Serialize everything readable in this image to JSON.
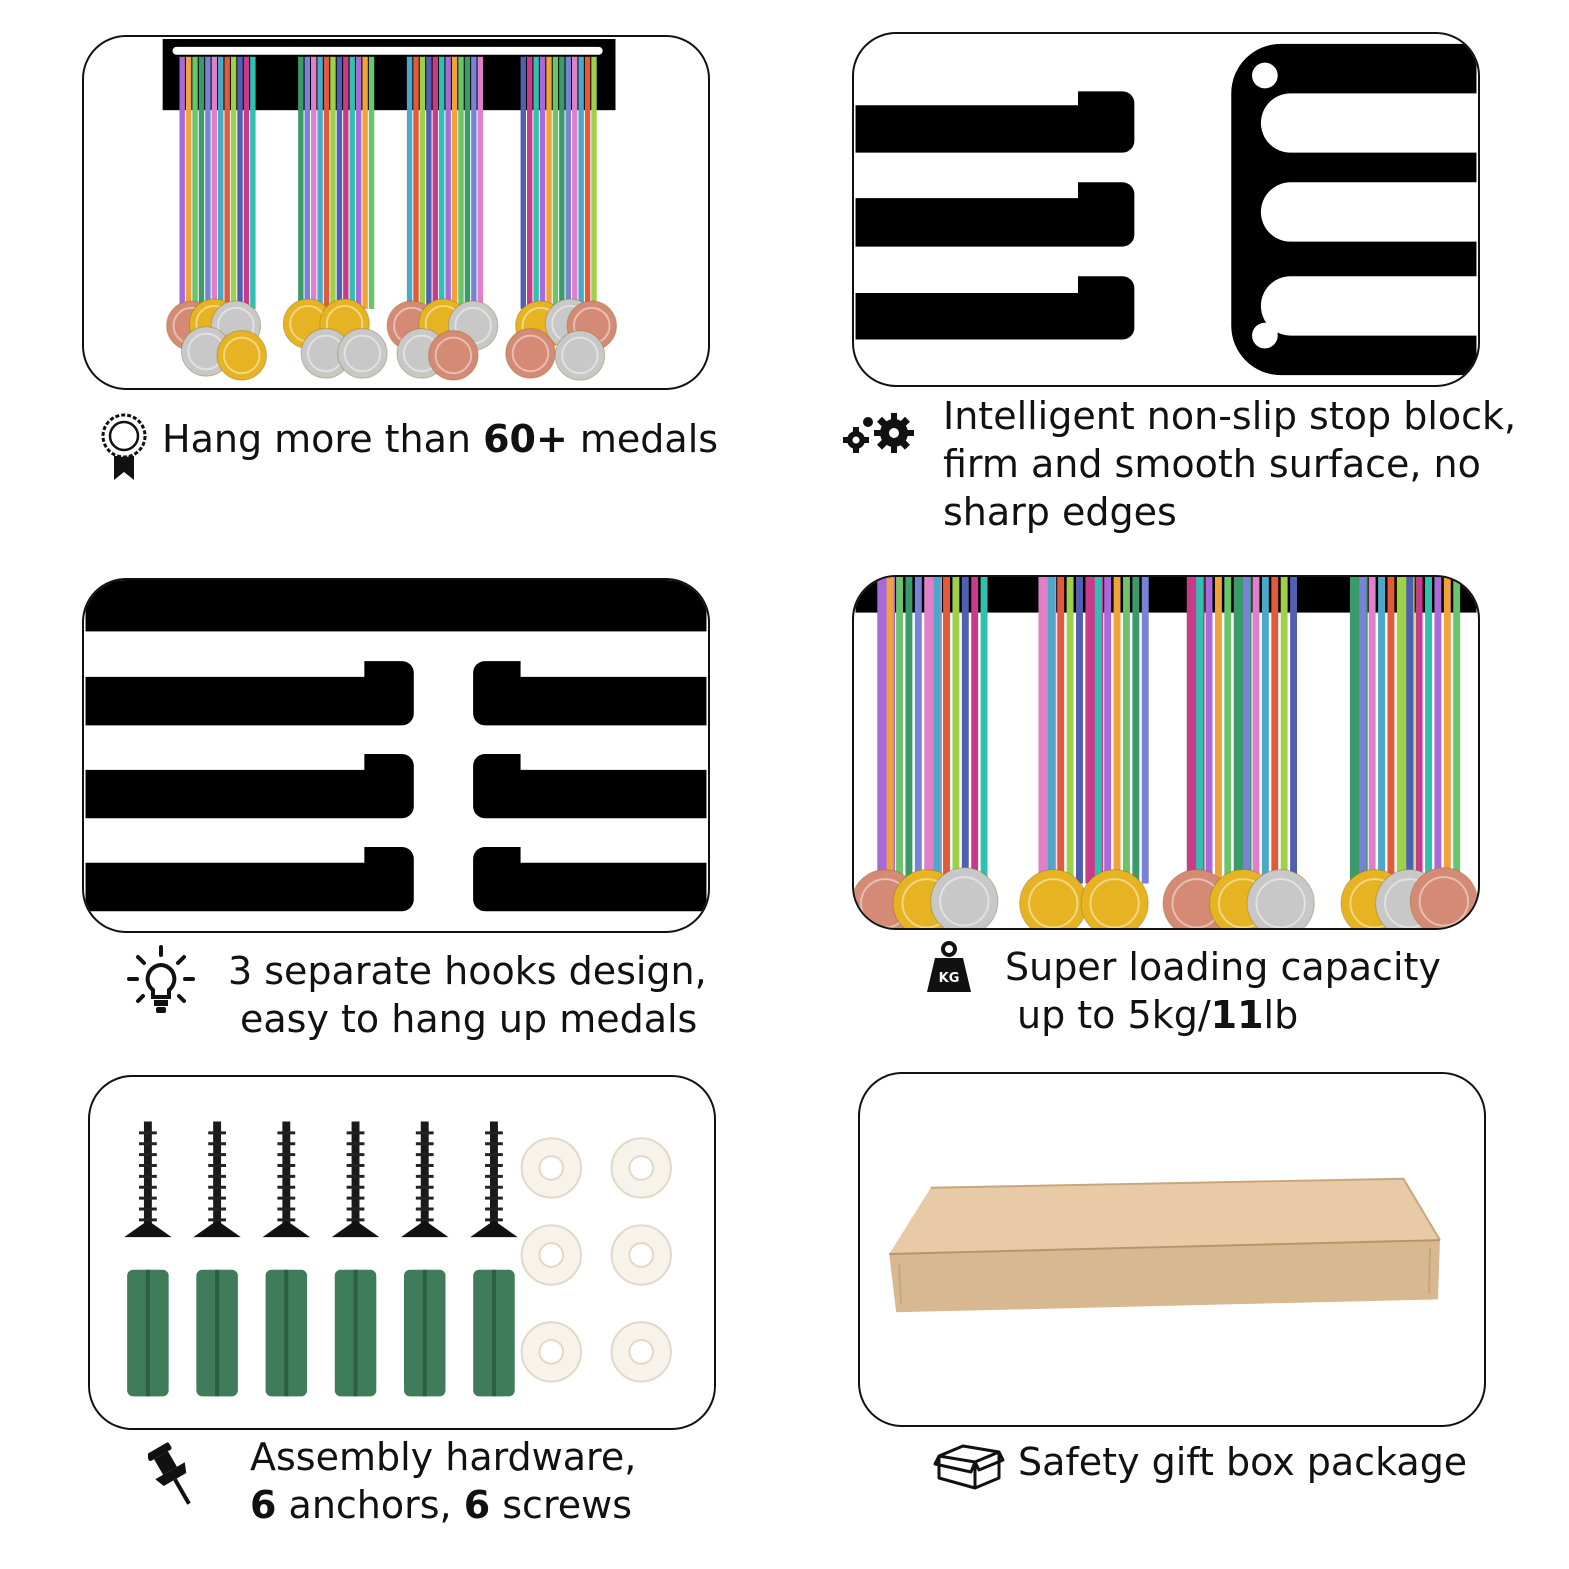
{
  "features": {
    "medals": {
      "pre": "Hang more than ",
      "bold": "60+",
      "post": " medals"
    },
    "stop_block": {
      "line1": "Intelligent non-slip stop block,",
      "line2": "firm and smooth surface, no",
      "line3": "sharp edges"
    },
    "hooks": {
      "line1": "3 separate hooks design,",
      "line2": "easy to hang up medals"
    },
    "capacity": {
      "line1": "Super loading capacity",
      "line2_pre": "up to 5kg/",
      "line2_bold": "11",
      "line2_post": "lb",
      "icon_label": "KG"
    },
    "hardware": {
      "line1": "Assembly hardware,",
      "line2_a": "6",
      "line2_b": " anchors, ",
      "line2_c": "6",
      "line2_d": " screws"
    },
    "package": {
      "label": "Safety gift box package"
    }
  },
  "icons": {
    "medals": "medal-ribbon-icon",
    "stop_block": "gears-icon",
    "hooks": "lightbulb-icon",
    "capacity": "kg-weight-icon",
    "hardware": "pushpin-icon",
    "package": "box-icon"
  },
  "colors": {
    "ribbon_palette": [
      "#a86ad8",
      "#f2a23a",
      "#6bc36b",
      "#3a9a6a",
      "#7a82d8",
      "#e080c8",
      "#4aa8c8",
      "#e25a3a",
      "#9fd04a",
      "#5060b0",
      "#c93a8a",
      "#2fc0b0"
    ],
    "gold": "#e6b422",
    "silver": "#c8c8c8",
    "bronze": "#d48a74",
    "anchor_green": "#3f7d5a",
    "box_tan": "#d8b891",
    "spacer_white": "#f7f3ea"
  }
}
